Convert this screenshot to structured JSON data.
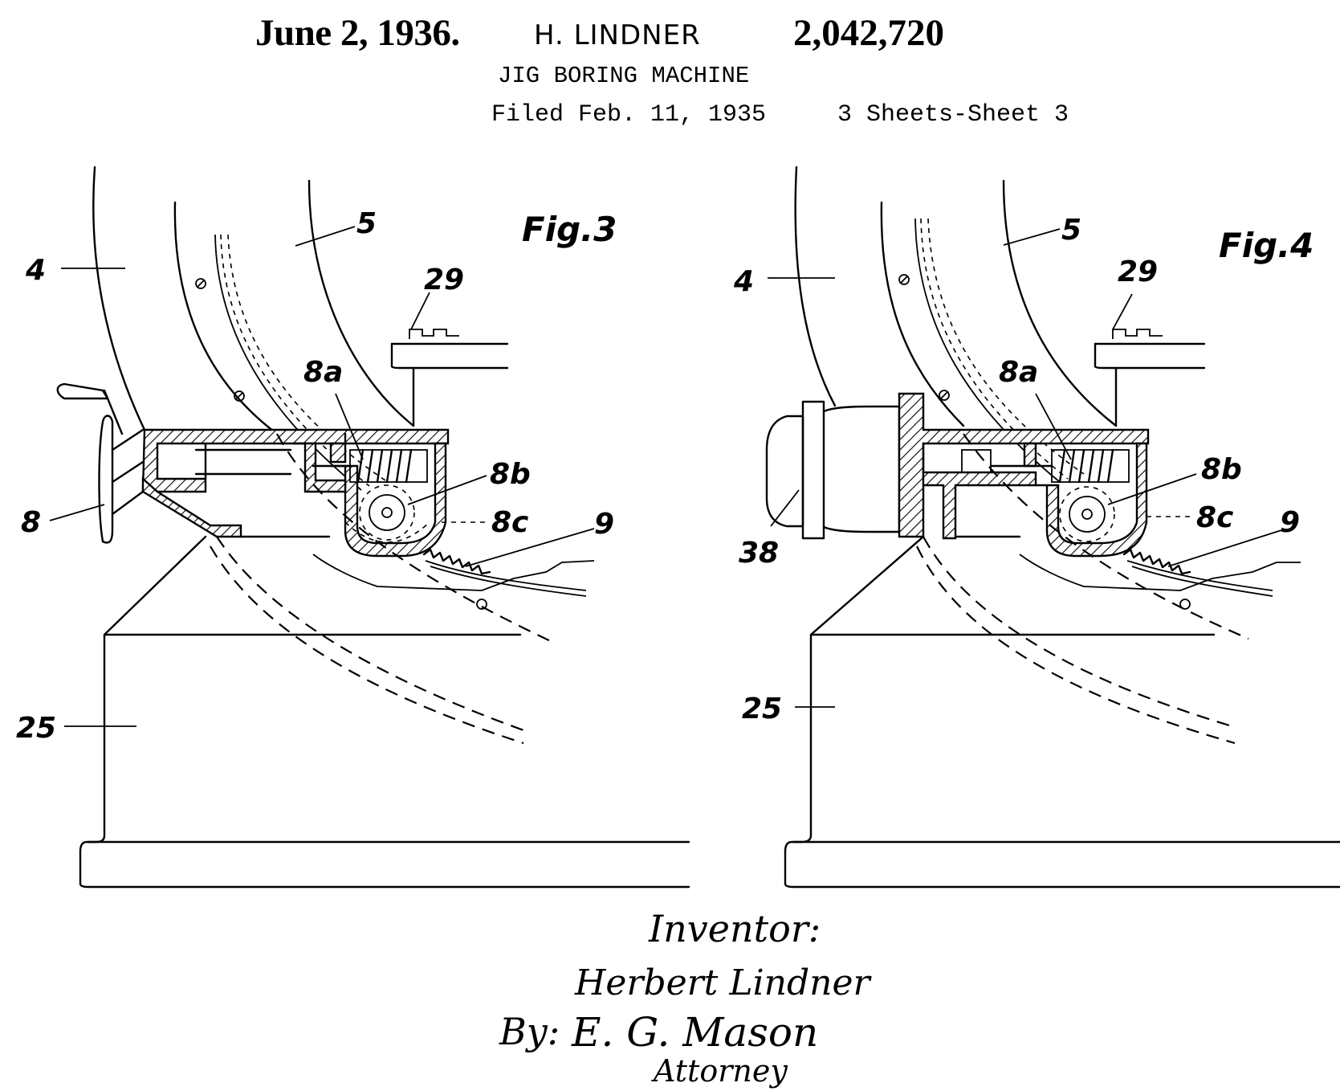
{
  "header": {
    "date": "June 2, 1936.",
    "inventor": "H. LINDNER",
    "patent_number": "2,042,720",
    "title": "JIG BORING MACHINE",
    "filed": "Filed Feb. 11, 1935",
    "sheets": "3 Sheets-Sheet 3"
  },
  "fig3": {
    "label": "Fig.3",
    "refs": {
      "r4": "4",
      "r5": "5",
      "r29": "29",
      "r8a": "8a",
      "r8b": "8b",
      "r8c": "8c",
      "r8": "8",
      "r9": "9",
      "r25": "25"
    }
  },
  "fig4": {
    "label": "Fig.4",
    "refs": {
      "r4": "4",
      "r5": "5",
      "r29": "29",
      "r8a": "8a",
      "r8b": "8b",
      "r8c": "8c",
      "r38": "38",
      "r9": "9",
      "r25": "25"
    }
  },
  "signature": {
    "heading": "Inventor:",
    "inventor_name": "Herbert Lindner",
    "by": "By:",
    "attorney_name": "E. G. Mason",
    "attorney_title": "Attorney"
  }
}
